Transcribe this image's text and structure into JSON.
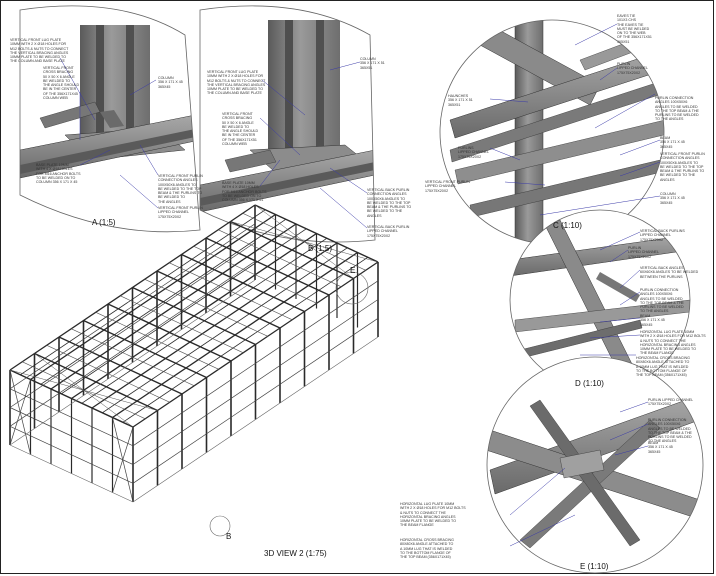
{
  "views": {
    "a": {
      "caption": "A (1:5)"
    },
    "b": {
      "caption": "B (1:5)"
    },
    "c": {
      "caption": "C (1:10)"
    },
    "d": {
      "caption": "D (1:10)"
    },
    "e": {
      "caption": "E (1:10)"
    },
    "main": {
      "caption": "3D VIEW 2 (1:75)",
      "marker_e": "E",
      "marker_b": "B"
    }
  },
  "annotations": {
    "a": {
      "front_lug_plate": "VERTICAL FRONT LUG PLATE\n10mm WITH 2 x Ø18 HOLES FOR\nM12 BOLTS & NUTS TO CONNECT\nTHE VERTICAL BRACING ANGLES\n10mm PLATE TO BE WELDED TO\nTHE COLUMN AND BASE PLATE",
      "cross_bracing": "VERTICAL FRONT\nCROSS BRACING\n50 x 50 x 6 ANGLE\nBE WELDED TO\nTHE ANGLE SHOULD\nBE IN THE CENTER\nOF THE 356x171x45\nCOLUMN WEB",
      "column": "COLUMN\n356 x 171 x 45\n365X45",
      "base_plate": "BASE PLATE 10mm\nWITH 4 x Ø18 HOLES\nFOR M16 ANCHOR BOLTS\nTO BE WELDED ON TO\nCOLUMN 356 x 171 x 45",
      "purlin_angles": "VERTICAL FRONT PURLIN\nCONNECTION ANGLES\n100x50x6 ANGLES TO\nBE WELDED TO THE TOP\nBEAM & THE PURLINS TO\nBE WELDED TO\nTHE ANGLES",
      "front_purlin": "VERTICAL FRONT PURLIN\nLIPPED CHANNEL\n175x75x20x2"
    },
    "b": {
      "column": "COLUMN\n356 x 171 x 51\n365X51",
      "front_lug_plate": "VERTICAL FRONT LUG PLATE\n10mm WITH 2 x Ø18 HOLES FOR\nM12 BOLTS & NUTS TO CONNECT\nTHE VERTICAL BRACING ANGLES\n10mm PLATE TO BE WELDED TO\nTHE COLUMN AND BASE PLATE",
      "cross_bracing": "VERTICAL FRONT\nCROSS BRACING\n50 x 50 x 6 ANGLE\nBE WELDED TO\nTHE ANGLE SHOULD\nBE IN THE CENTER\nOF THE 356x171x51\nCOLUMN WEB",
      "base_plate": "BASE PLATE 10mm\nWITH 4 x Ø18 HOLES\nFOR M16 ANCHOR BOLTS\nTO BE WELDED ON TO\nCOLUMN 356 x 171 x 51",
      "back_purlin_angles": "VERTICAL BACK PURLIN\nCONNECTION ANGLES\n100x50x6 ANGLES TO\nBE WELDED TO THE TOP\nBEAM & THE PURLINS TO\nBE WELDED TO THE\nANGLES",
      "back_purlin": "VERTICAL BACK PURLIN\nLIPPED CHANNEL\n175x75x20x2"
    },
    "c": {
      "eaves_tie": "EAVES TIE\n101x3 CHS\nTHE EAVES TIE\nMUST BE WELDED\nON TO THE WEB\nOF THE 356x171x51\n365X51",
      "haunches": "HAUNCHES\n356 x 171 x 51\n365X51",
      "purlin": "PURLIN\nLIPPED CHANNEL\n175x75x20x2",
      "purlin_angles": "PURLIN CONNECTION\nANGLES 100x50x6\nANGLES TO BE WELDED\nTO THE TOP BEAM & THE\nPURLINS TO BE WELDED\nTO THE ANGLES",
      "purlins": "PURLINS\nLIPPED CHANNEL\n175x75x20x2",
      "beam": "BEAM\n356 x 171 x 45\n365X45",
      "front_purlin_angles": "VERTICAL FRONT PURLIN\nCONNECTION ANGLES\n100x50x6 ANGLES TO\nBE WELDED TO THE TOP\nBEAM & THE PURLINS TO\nBE WELDED TO THE\nANGLES",
      "vertical_front_purlin": "VERTICAL FRONT PURLIN\nLIPPED CHANNEL\n175x75x20x2",
      "column": "COLUMN\n356 x 171 x 45\n365X45"
    },
    "d": {
      "back_purlins": "VERTICAL BACK PURLINS\nLIPPED CHANNEL\n175x75x20x2",
      "purlin": "PURLIN\nLIPPED CHANNEL\n175x75x20x2",
      "back_angles": "VERTICAL BACK ANGLES\n60x60x6 ANGLES TO BE WELDED\nBETWEEN THE PURLINS",
      "purlin_angles": "PURLIN CONNECTION\nANGLES 100x50x6\nANGLES TO BE WELDED\nTO THE TOP BEAM & THE\nPURLINS TO BE WELDED\nTO THE ANGLES",
      "beam": "BEAM\n356 x 171 x 45\n365X45",
      "lug_plate": "HORIZONTAL LUG PLATE 10mm\nWITH 2 x Ø18 HOLES FOR M12 BOLTS\n& NUTS TO CONNECT THE\nHORIZONTAL BRACING ANGLES\n10mm PLATE TO BE WELDED TO\nTHE BEAM FLANGE",
      "cross_bracing": "HORIZONTAL CROSS BRACING\n80x80x6 ANGLE ATTACHED TO\nA 10mm LUG THAT IS WELDED\nTO THE BOTTOM FLANGE OF\nTHE TOP BEAM (356x171x45)"
    },
    "e": {
      "purlin_channel": "PURLIN LIPPED CHANNEL\n175x75x20x2",
      "purlin_angles": "PURLIN CONNECTION\nANGLES 100x50x6\nANGLES TO BE WELDED\nTO THE TOP BEAM & THE\nPURLINS TO BE WELDED\nTO THE ANGLES",
      "beam": "BEAM\n356 x 171 x 45\n365X45",
      "lug_plate": "HORIZONTAL LUG PLATE 10mm\nWITH 2 x Ø18 HOLES FOR M12 BOLTS\n& NUTS TO CONNECT THE\nHORIZONTAL BRACING ANGLES\n10mm PLATE TO BE WELDED TO\nTHE BEAM FLANGE",
      "cross_bracing": "HORIZONTAL CROSS BRACING\n80x80x6 ANGLE ATTACHED TO\nA 10mm LUG THAT IS WELDED\nTO THE BOTTOM FLANGE OF\nTHE TOP BEAM (356x171x45)"
    }
  }
}
